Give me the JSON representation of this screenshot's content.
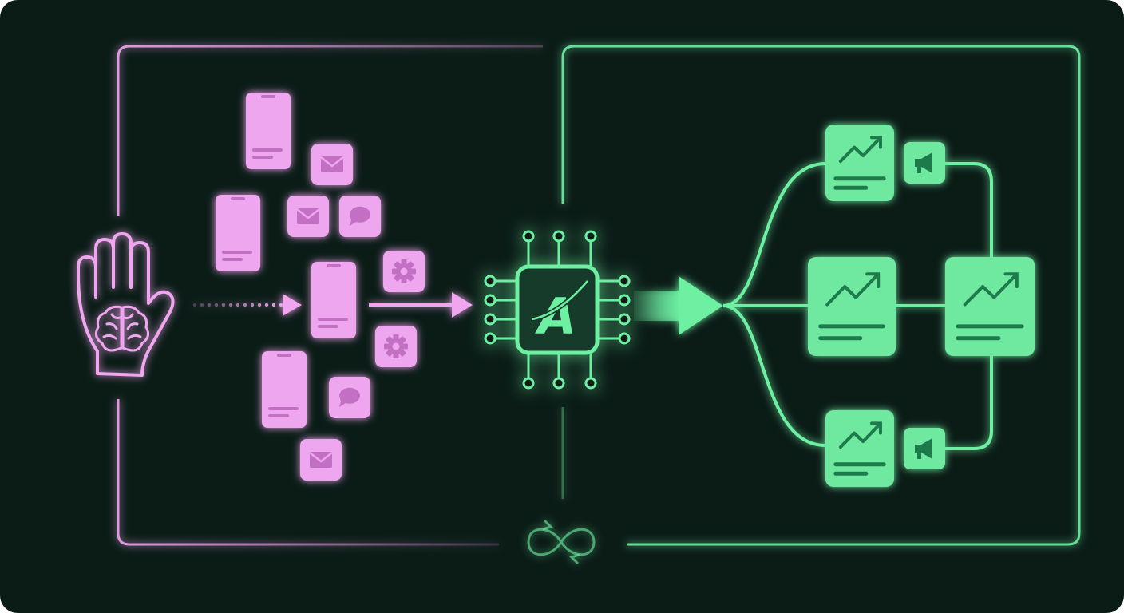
{
  "colors": {
    "background": "#0b1c17",
    "pink": "#f0a6ef",
    "pink_fill": "#eea6ee",
    "pink_dark": "#c36fc4",
    "green": "#6ef0a3",
    "green_fill": "#6fe9a0",
    "green_dark": "#1f7a4c",
    "chip_fill": "#143b2c"
  },
  "icons": {
    "input": "hand-brain-icon",
    "processor": "ai-chip-icon",
    "loop": "infinity-cycle-icon",
    "phone": "smartphone-icon",
    "mail": "mail-icon",
    "chat": "chat-bubble-icon",
    "gear": "gear-icon",
    "growth": "trend-up-icon",
    "announce": "megaphone-icon"
  },
  "chip": {
    "letter": "A"
  },
  "diagram": {
    "input_cards": [
      {
        "kind": "phone"
      },
      {
        "kind": "phone"
      },
      {
        "kind": "phone"
      },
      {
        "kind": "phone"
      },
      {
        "kind": "mail"
      },
      {
        "kind": "mail"
      },
      {
        "kind": "mail"
      },
      {
        "kind": "chat"
      },
      {
        "kind": "chat"
      },
      {
        "kind": "gear"
      },
      {
        "kind": "gear"
      }
    ],
    "output_cards": [
      {
        "kind": "growth"
      },
      {
        "kind": "growth"
      },
      {
        "kind": "growth"
      },
      {
        "kind": "growth"
      },
      {
        "kind": "announce"
      },
      {
        "kind": "announce"
      }
    ]
  }
}
